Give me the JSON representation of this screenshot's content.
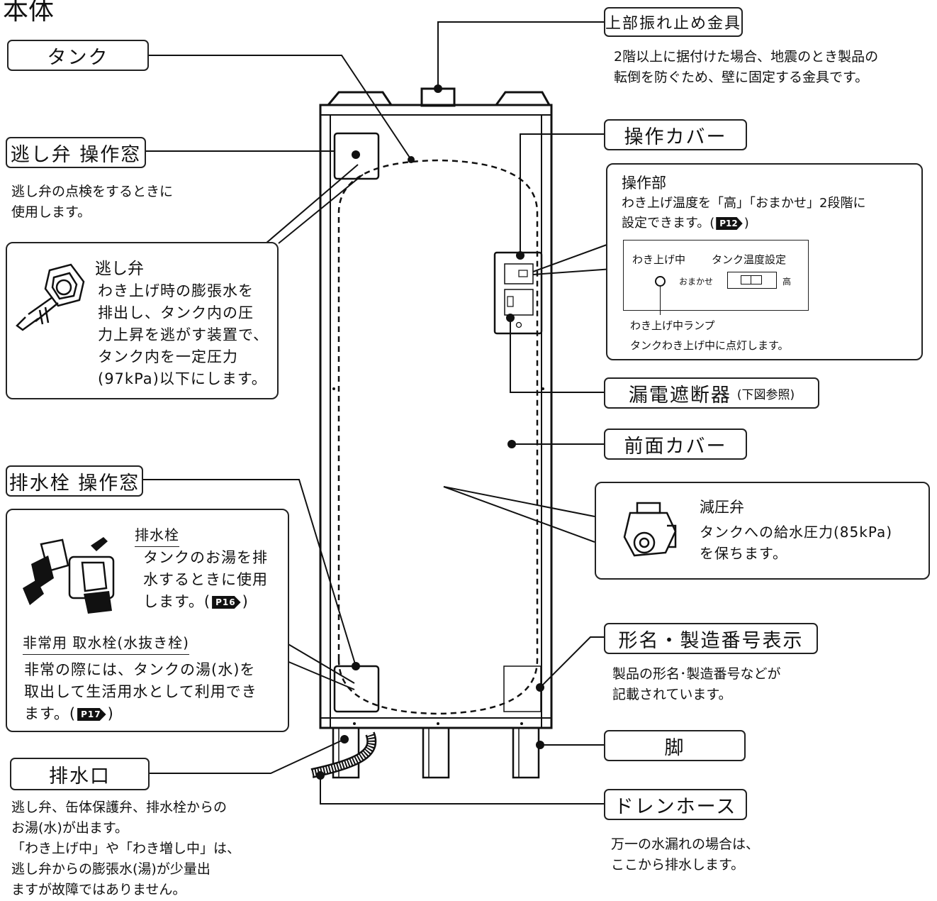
{
  "page_heading": "本体",
  "labels": {
    "tank": "タンク",
    "relief_window": "逃し弁 操作窓",
    "drain_window": "排水栓 操作窓",
    "outlet": "排水口",
    "top_bracket": "上部振れ止め金具",
    "op_cover": "操作カバー",
    "breaker": "漏電遮断器",
    "breaker_note": "(下図参照)",
    "front_cover": "前面カバー",
    "model_label": "形名・製造番号表示",
    "leg": "脚",
    "hose": "ドレンホース"
  },
  "descriptions": {
    "relief_window": [
      "逃し弁の点検をするときに",
      "使用します。"
    ],
    "top_bracket": [
      "2階以上に据付けた場合、地震のとき製品の",
      "転倒を防ぐため、壁に固定する金具です。"
    ],
    "model_label": [
      "製品の形名･製造番号などが",
      "記載されています。"
    ],
    "hose": [
      "万一の水漏れの場合は、",
      "ここから排水します。"
    ],
    "outlet": [
      "逃し弁、缶体保護弁、排水栓からの",
      "お湯(水)が出ます。",
      "「わき上げ中」や「わき増し中」は、",
      "逃し弁からの膨張水(湯)が少量出",
      "ますが故障ではありません。"
    ]
  },
  "relief_valve": {
    "title": "逃し弁",
    "lines": [
      "わき上げ時の膨張水を",
      "排出し、タンク内の圧",
      "力上昇を逃がす装置で、",
      "タンク内を一定圧力",
      "(97kPa)以下にします。"
    ]
  },
  "op_panel": {
    "title": "操作部",
    "line1": "わき上げ温度を「高」「おまかせ」2段階に",
    "line2_prefix": "設定できます。(",
    "line2_ref": "P12",
    "line2_suffix": ")",
    "heating_label": "わき上げ中",
    "temp_setting_label": "タンク温度設定",
    "auto_label": "おまかせ",
    "high_label": "高",
    "lamp_title": "わき上げ中ランプ",
    "lamp_desc": "タンクわき上げ中に点灯します。"
  },
  "pressure_valve": {
    "title": "減圧弁",
    "lines": [
      "タンクへの給水圧力(85kPa)",
      "を保ちます。"
    ]
  },
  "drain_box": {
    "plug_title": "排水栓",
    "plug_lines": [
      "タンクのお湯を排",
      "水するときに使用"
    ],
    "plug_last_prefix": "します。(",
    "plug_ref": "P16",
    "plug_last_suffix": ")",
    "emergency_title": "非常用 取水栓(水抜き栓)",
    "emergency_lines": [
      "非常の際には、タンクの湯(水)を",
      "取出して生活用水として利用でき"
    ],
    "emergency_last_prefix": "ます。(",
    "emergency_ref": "P17",
    "emergency_last_suffix": ")"
  }
}
